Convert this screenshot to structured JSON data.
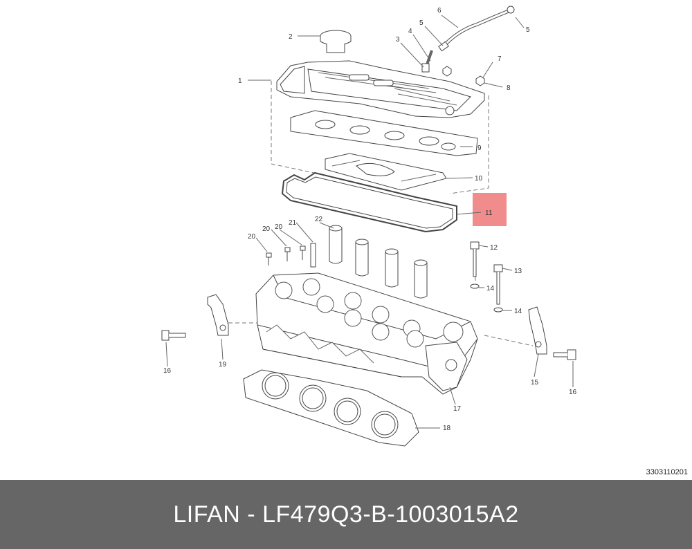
{
  "callouts": [
    {
      "id": "c1",
      "label": "1"
    },
    {
      "id": "c2",
      "label": "2"
    },
    {
      "id": "c3",
      "label": "3"
    },
    {
      "id": "c4",
      "label": "4"
    },
    {
      "id": "c5a",
      "label": "5"
    },
    {
      "id": "c5b",
      "label": "5"
    },
    {
      "id": "c6",
      "label": "6"
    },
    {
      "id": "c7",
      "label": "7"
    },
    {
      "id": "c8",
      "label": "8"
    },
    {
      "id": "c9",
      "label": "9"
    },
    {
      "id": "c10",
      "label": "10"
    },
    {
      "id": "c11",
      "label": "11"
    },
    {
      "id": "c12",
      "label": "12"
    },
    {
      "id": "c13",
      "label": "13"
    },
    {
      "id": "c14a",
      "label": "14"
    },
    {
      "id": "c14b",
      "label": "14"
    },
    {
      "id": "c15",
      "label": "15"
    },
    {
      "id": "c16a",
      "label": "16"
    },
    {
      "id": "c16b",
      "label": "16"
    },
    {
      "id": "c17",
      "label": "17"
    },
    {
      "id": "c18",
      "label": "18"
    },
    {
      "id": "c19",
      "label": "19"
    },
    {
      "id": "c20a",
      "label": "20"
    },
    {
      "id": "c20b",
      "label": "20"
    },
    {
      "id": "c21",
      "label": "21"
    },
    {
      "id": "c22",
      "label": "22"
    }
  ],
  "highlight": {
    "callout": "11",
    "color": "#f08c8c"
  },
  "doc_code": "3303110201",
  "footer": {
    "title": "LIFAN - LF479Q3-B-1003015A2",
    "background": "#666666"
  }
}
